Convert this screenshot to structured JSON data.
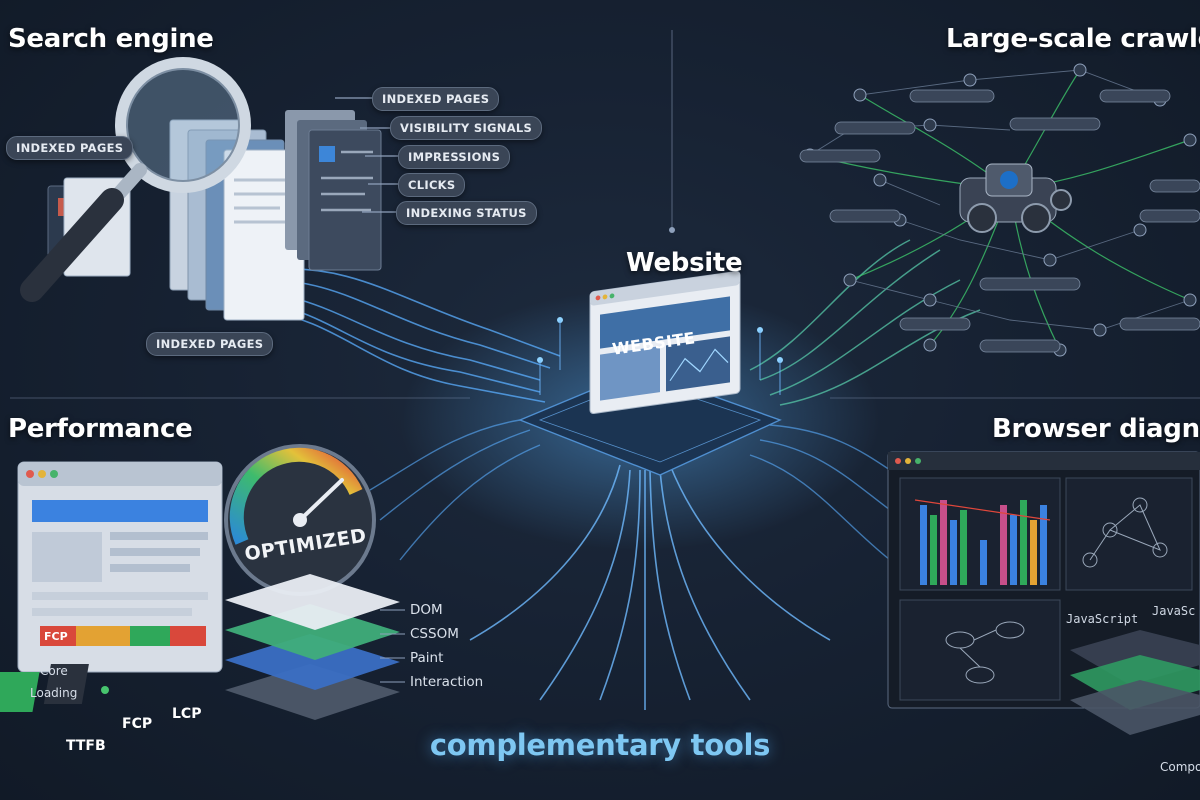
{
  "headings": {
    "search_engine": "Search engine",
    "crawler": "Large-scale crawler",
    "website": "Website",
    "performance": "Performance",
    "browser": "Browser diagnosti"
  },
  "search_engine": {
    "pill_left": "INDEXED PAGES",
    "pill_bottom": "INDEXED PAGES",
    "metrics": [
      "INDEXED PAGES",
      "VISIBILITY SIGNALS",
      "IMPRESSIONS",
      "CLICKS",
      "INDEXING STATUS"
    ]
  },
  "website": {
    "screen_label": "WEBSITE"
  },
  "performance": {
    "gauge_word": "OPTIMIZED",
    "layers": [
      "DOM",
      "CSSOM",
      "Paint",
      "Interaction"
    ],
    "badge": "FCP",
    "core_label": "Core",
    "loading_label": "Loading",
    "metrics": [
      "TTFB",
      "FCP",
      "LCP"
    ],
    "bar_colors": [
      "#d9483b",
      "#e3a233",
      "#2fa85a",
      "#d9483b"
    ]
  },
  "browser": {
    "js_label_1": "JavaScript",
    "js_label_2": "JavaSc",
    "compose_label": "Compos"
  },
  "footer": {
    "tagline": "complementary tools"
  },
  "colors": {
    "background": "#172233",
    "accent_blue": "#7ec7f2",
    "crawler_green": "#3fcf6e"
  }
}
